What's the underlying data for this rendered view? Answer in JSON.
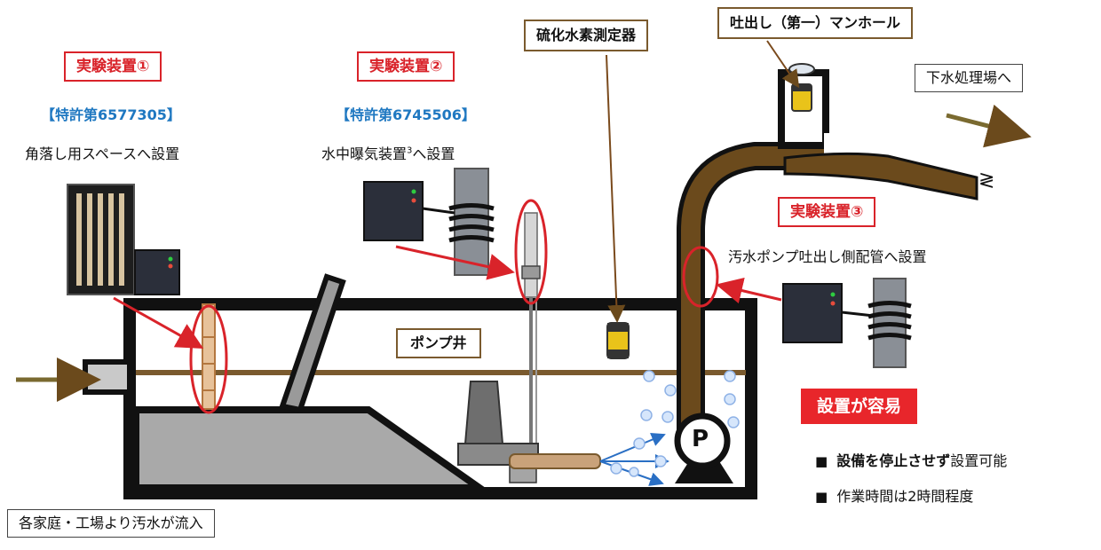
{
  "device1": {
    "title": "実験装置①",
    "patent": "【特許第6577305】",
    "desc": "角落し用スペースへ設置"
  },
  "device2": {
    "title": "実験装置②",
    "patent": "【特許第6745506】",
    "desc_main": "水中曝気装置",
    "desc_sup": "3",
    "desc_tail": "へ設置"
  },
  "device3": {
    "title": "実験装置③",
    "desc": "汚水ポンプ吐出し側配管へ設置"
  },
  "h2s_sensor": {
    "label": "硫化水素測定器"
  },
  "manhole": {
    "label": "吐出し（第一）マンホール"
  },
  "treatment": {
    "label": "下水処理場へ"
  },
  "pump_well": {
    "label": "ポンプ井"
  },
  "pump": {
    "symbol": "P"
  },
  "inflow": {
    "label": "各家庭・工場より汚水が流入"
  },
  "install_easy": {
    "label": "設置が容易"
  },
  "bullets": [
    {
      "bold": "設備を停止させず",
      "rest": "設置可能"
    },
    {
      "bold": "",
      "rest": "作業時間は2時間程度"
    }
  ],
  "colors": {
    "accent_red": "#d9232a",
    "sewage_brown": "#7a5a2e",
    "pipe_brown": "#6b4a1c",
    "patent_blue": "#1f78c1"
  }
}
